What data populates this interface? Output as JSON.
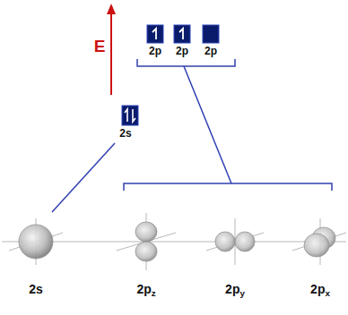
{
  "diagram": {
    "labels": [
      "E",
      "2s",
      "2p",
      "2p",
      "2p",
      "2s",
      "2pz",
      "2py",
      "2px"
    ]
  }
}
